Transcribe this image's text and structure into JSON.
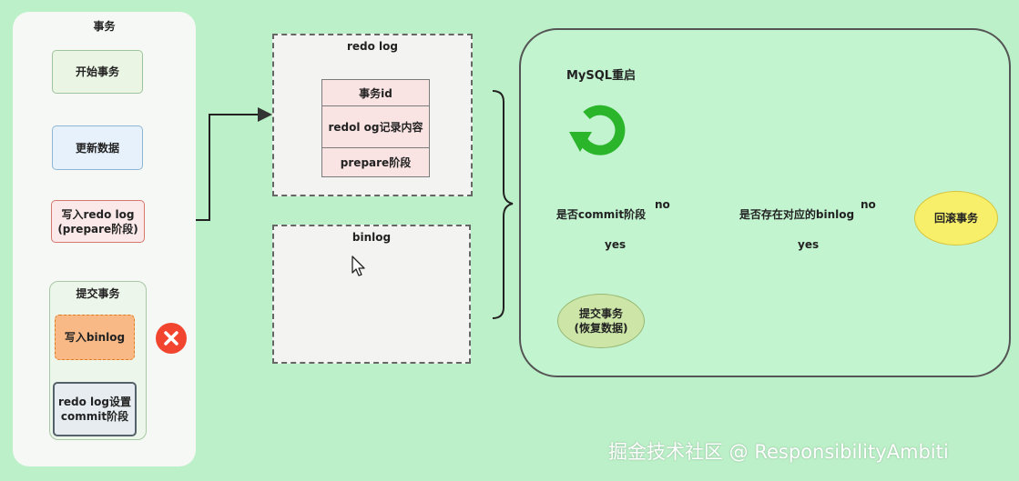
{
  "transaction": {
    "title": "事务",
    "start": "开始事务",
    "update": "更新数据",
    "write_redo": [
      "写入redo log",
      "(prepare阶段)"
    ],
    "commit_group": "提交事务",
    "write_binlog": "写入binlog",
    "redo_commit": [
      "redo log设置",
      "commit阶段"
    ]
  },
  "redo_log": {
    "title": "redo log",
    "rows": [
      "事务id",
      "redol og记录内容",
      "prepare阶段"
    ]
  },
  "binlog": {
    "title": "binlog"
  },
  "recovery": {
    "title": "MySQL重启",
    "check_commit": "是否commit阶段",
    "check_binlog": "是否存在对应的binlog",
    "rollback": "回滚事务",
    "commit_restore": [
      "提交事务",
      "(恢复数据)"
    ],
    "no": "no",
    "yes": "yes"
  },
  "watermark": "掘金技术社区 @ ResponsibilityAmbiti",
  "colors": {
    "background": "#bcf0c8",
    "error": "#f1452f",
    "restart_icon": "#2bb52b",
    "edge_red": "#e08a7c"
  },
  "icons": [
    "error-x-icon",
    "restart-refresh-icon",
    "mouse-cursor-icon"
  ]
}
